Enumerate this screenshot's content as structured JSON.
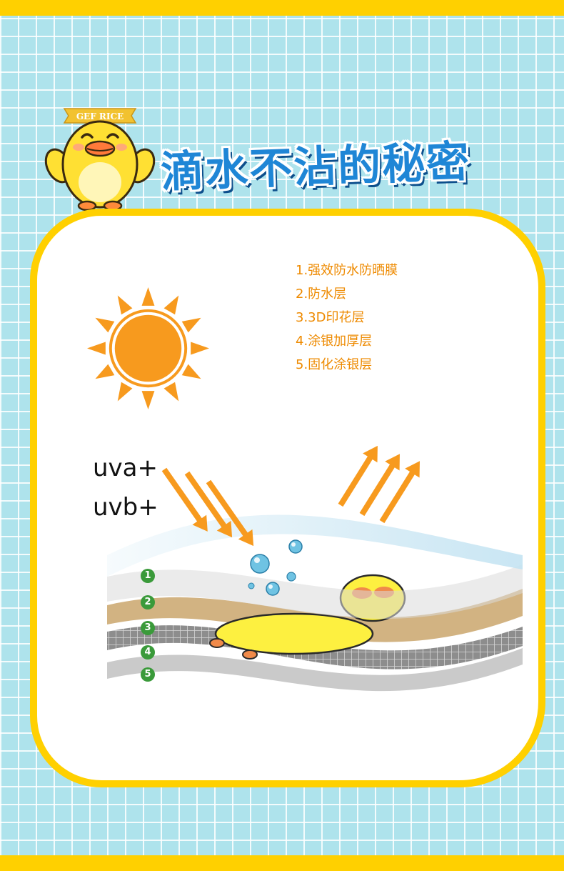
{
  "header": {
    "mascot_badge": "GEF RICE",
    "title": "滴水不沾的秘密"
  },
  "layers": [
    {
      "number": "1",
      "label": "1.强效防水防晒膜"
    },
    {
      "number": "2",
      "label": "2.防水层"
    },
    {
      "number": "3",
      "label": "3.3D印花层"
    },
    {
      "number": "4",
      "label": "4.涂银加厚层"
    },
    {
      "number": "5",
      "label": "5.固化涂银层"
    }
  ],
  "uv": {
    "uva": "uva+",
    "uvb": "uvb+"
  },
  "colors": {
    "background": "#aee3ec",
    "frame": "#ffd000",
    "title": "#1f86d6",
    "accent_orange": "#f79a1e",
    "label_orange": "#ee8a00",
    "layer_number": "#3a9a3a"
  },
  "icons": [
    "duck-mascot-icon",
    "sun-icon",
    "incoming-arrows-icon",
    "outgoing-arrows-icon",
    "water-drop-icon"
  ]
}
